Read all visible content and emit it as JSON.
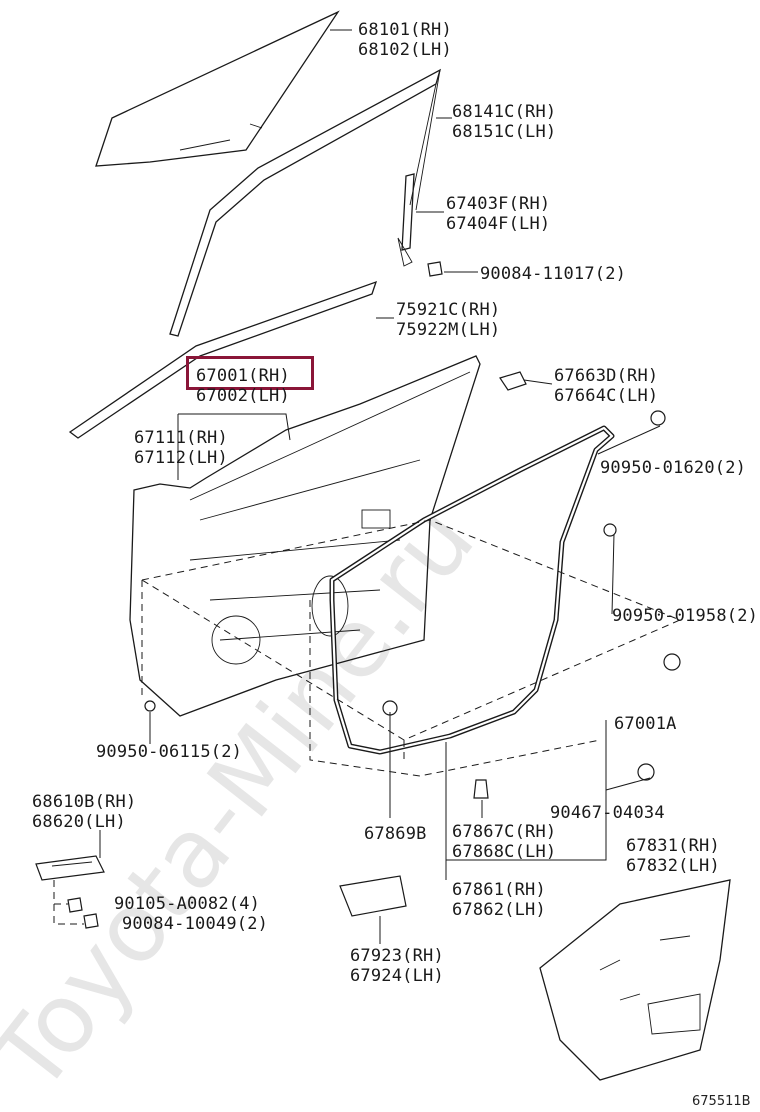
{
  "watermark": "Toyota-Mine.ru",
  "figure_code": "675511B",
  "callouts": [
    {
      "id": "68101",
      "l1": "68101(RH)",
      "l2": "68102(LH)"
    },
    {
      "id": "68141C",
      "l1": "68141C(RH)",
      "l2": "68151C(LH)"
    },
    {
      "id": "67403F",
      "l1": "67403F(RH)",
      "l2": "67404F(LH)"
    },
    {
      "id": "90084-11017",
      "l1": "90084-11017(2)"
    },
    {
      "id": "75921C",
      "l1": "75921C(RH)",
      "l2": "75922M(LH)"
    },
    {
      "id": "67001",
      "l1": "67001(RH)",
      "l2": "67002(LH)"
    },
    {
      "id": "67663D",
      "l1": "67663D(RH)",
      "l2": "67664C(LH)"
    },
    {
      "id": "67111",
      "l1": "67111(RH)",
      "l2": "67112(LH)"
    },
    {
      "id": "90950-01620",
      "l1": "90950-01620(2)"
    },
    {
      "id": "90950-01958",
      "l1": "90950-01958(2)"
    },
    {
      "id": "67001A",
      "l1": "67001A"
    },
    {
      "id": "90950-06115",
      "l1": "90950-06115(2)"
    },
    {
      "id": "90467-04034",
      "l1": "90467-04034"
    },
    {
      "id": "68610B",
      "l1": "68610B(RH)",
      "l2": "68620(LH)"
    },
    {
      "id": "67869B",
      "l1": "67869B"
    },
    {
      "id": "67867C",
      "l1": "67867C(RH)",
      "l2": "67868C(LH)"
    },
    {
      "id": "67831",
      "l1": "67831(RH)",
      "l2": "67832(LH)"
    },
    {
      "id": "90105-A0082",
      "l1": "90105-A0082(4)"
    },
    {
      "id": "90084-10049",
      "l1": "90084-10049(2)"
    },
    {
      "id": "67861",
      "l1": "67861(RH)",
      "l2": "67862(LH)"
    },
    {
      "id": "67923",
      "l1": "67923(RH)",
      "l2": "67924(LH)"
    }
  ],
  "highlighted_part": "67001",
  "highlight_color": "#8a1538"
}
